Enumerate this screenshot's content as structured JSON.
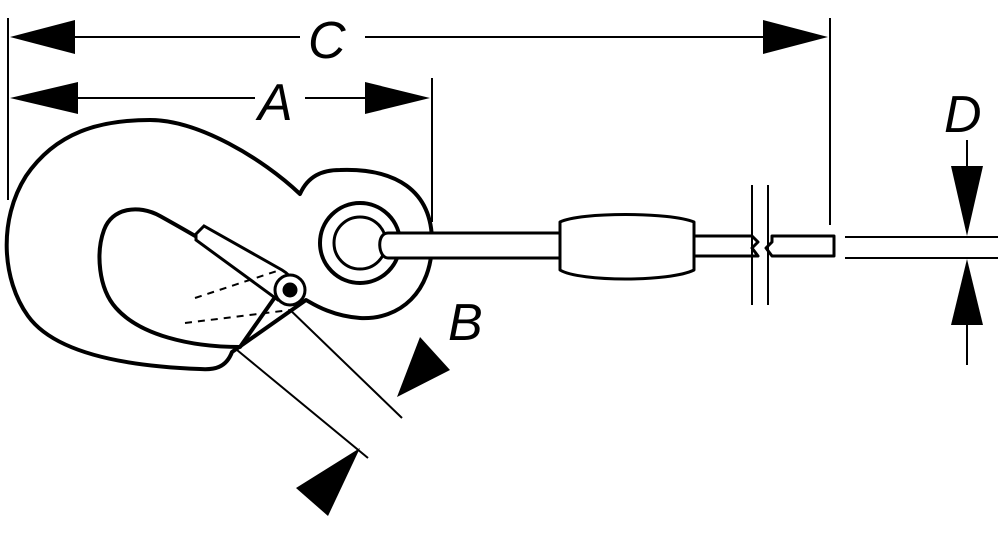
{
  "diagram": {
    "stroke_color": "#000000",
    "background": "#ffffff",
    "labels": {
      "c": "C",
      "a": "A",
      "b": "B",
      "d": "D"
    }
  }
}
